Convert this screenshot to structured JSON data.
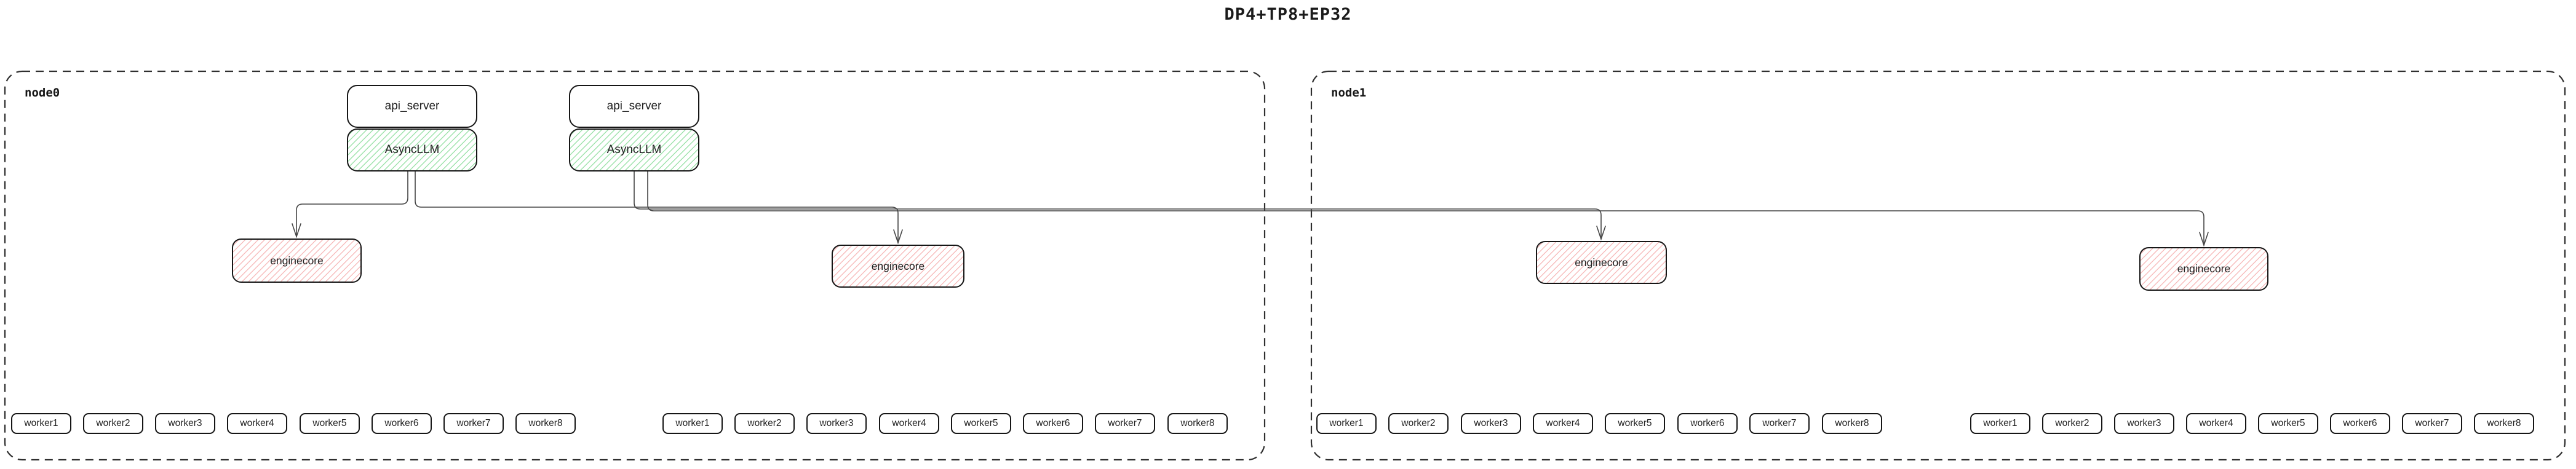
{
  "title": "DP4+TP8+EP32",
  "colors": {
    "box_border": "#161616",
    "green_hatch": "#9fe3ac",
    "red_hatch": "#f7bdbd",
    "connector": "#444444",
    "node_border": "#2f2f2f"
  },
  "node0": {
    "label": "node0",
    "api_server_1": {
      "title": "api_server",
      "llm": "AsyncLLM"
    },
    "api_server_2": {
      "title": "api_server",
      "llm": "AsyncLLM"
    },
    "enginecore_1": "enginecore",
    "enginecore_2": "enginecore",
    "workers_1": [
      "worker1",
      "worker2",
      "worker3",
      "worker4",
      "worker5",
      "worker6",
      "worker7",
      "worker8"
    ],
    "workers_2": [
      "worker1",
      "worker2",
      "worker3",
      "worker4",
      "worker5",
      "worker6",
      "worker7",
      "worker8"
    ]
  },
  "node1": {
    "label": "node1",
    "enginecore_1": "enginecore",
    "enginecore_2": "enginecore",
    "workers_1": [
      "worker1",
      "worker2",
      "worker3",
      "worker4",
      "worker5",
      "worker6",
      "worker7",
      "worker8"
    ],
    "workers_2": [
      "worker1",
      "worker2",
      "worker3",
      "worker4",
      "worker5",
      "worker6",
      "worker7",
      "worker8"
    ]
  }
}
